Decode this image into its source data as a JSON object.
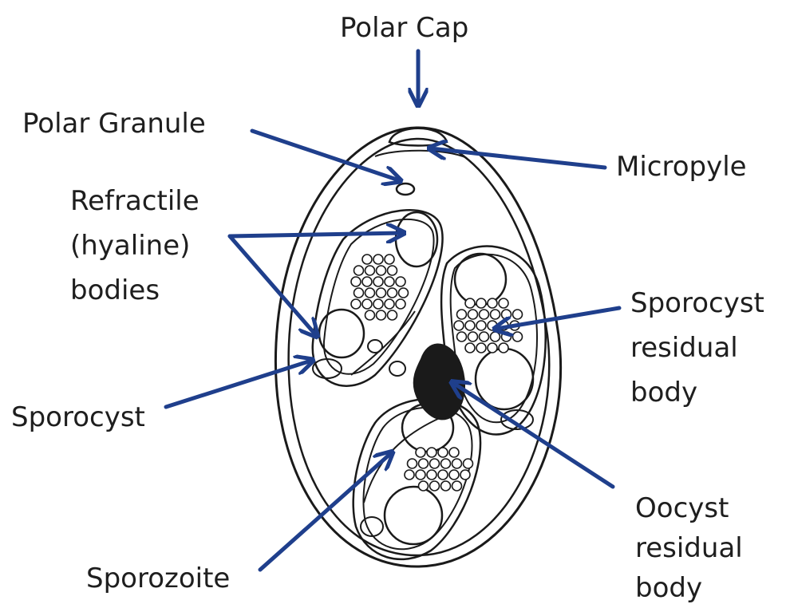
{
  "labels": {
    "polar_cap": [
      "Polar Cap"
    ],
    "polar_granule": [
      "Polar Granule"
    ],
    "micropyle": [
      "Micropyle"
    ],
    "refractile_bodies": [
      "Refractile",
      "(hyaline)",
      "bodies"
    ],
    "sporocyst_residual_body": [
      "Sporocyst",
      "residual",
      "body"
    ],
    "sporocyst": [
      "Sporocyst"
    ],
    "oocyst_residual_body": [
      "Oocyst",
      "residual",
      "body"
    ],
    "sporozoite": [
      "Sporozoite"
    ]
  },
  "colors": {
    "arrow": "#1f3f8c",
    "ink": "#1a1a1a",
    "text": "#1e1e1e",
    "background": "#ffffff"
  }
}
